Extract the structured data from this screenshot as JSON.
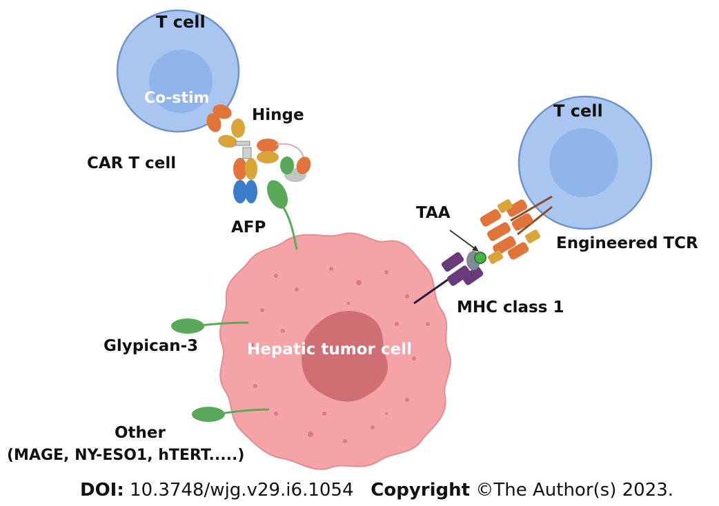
{
  "labels": {
    "t_cell_left": "T cell",
    "co_stim": "Co-stim",
    "hinge": "Hinge",
    "car_t_cell": "CAR T cell",
    "afp": "AFP",
    "t_cell_right": "T cell",
    "taa": "TAA",
    "engineered_tcr": "Engineered TCR",
    "mhc_class_1": "MHC class 1",
    "glypican_3": "Glypican-3",
    "hepatic_tumor_cell": "Hepatic tumor cell",
    "other_line1": "Other",
    "other_line2": "(MAGE, NY-ESO1, hTERT.....)"
  },
  "footer": {
    "doi_label": "DOI:",
    "doi_value": "10.3748/wjg.v29.i6.1054",
    "copyright_label": "Copyright",
    "copyright_value": "©The Author(s) 2023."
  },
  "colors": {
    "t_cell_outer": "#a9c6f0",
    "t_cell_inner": "#8fb4ea",
    "t_cell_stroke": "#6b8fc8",
    "tumor_cell": "#f4a3a6",
    "tumor_nucleus": "#cf6f73",
    "antigen_green": "#5aa85a",
    "car_orange": "#e0743a",
    "car_gold": "#d9a53a",
    "car_blue": "#3a7cc8",
    "mhc_purple": "#6b3a7a"
  }
}
